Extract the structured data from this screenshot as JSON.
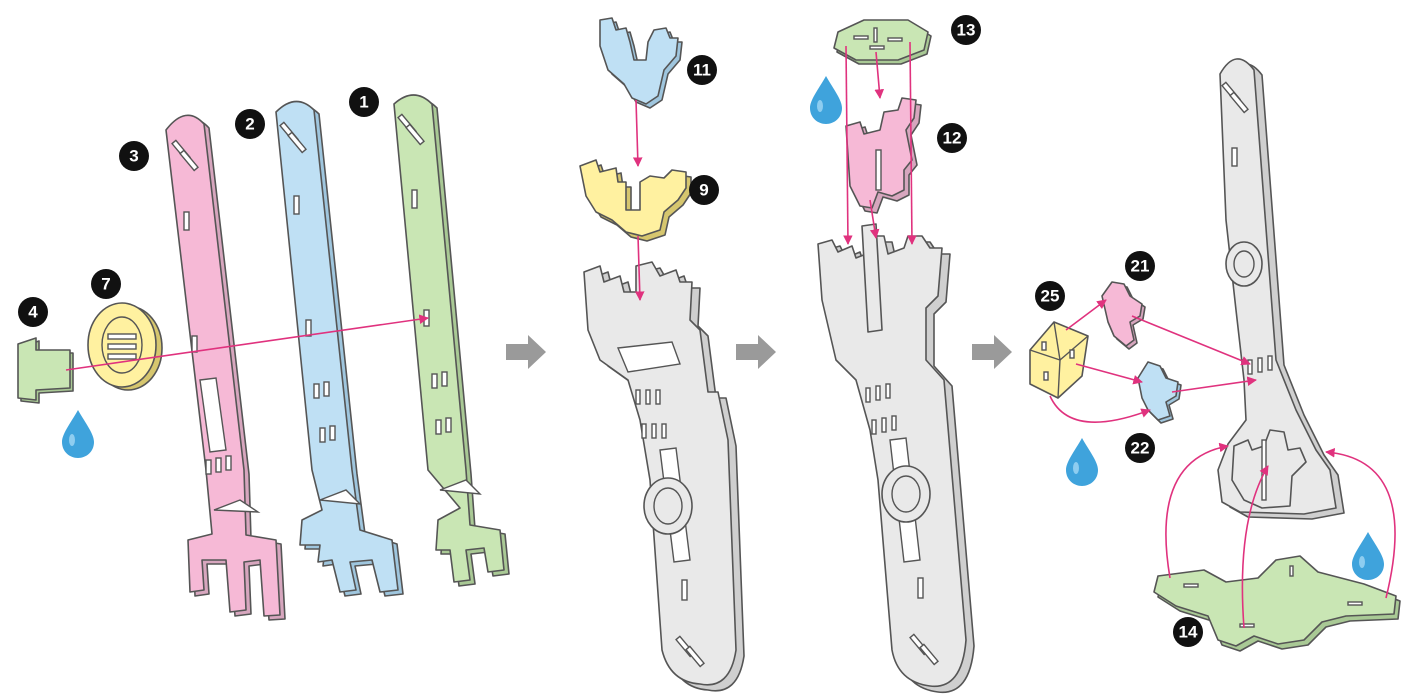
{
  "colors": {
    "green": "#c9e6b4",
    "pink": "#f6b9d6",
    "blue": "#bfe0f4",
    "yellow": "#fff1a0",
    "gray": "#e9e9e9",
    "outline": "#555555",
    "connector": "#e0327e",
    "badge": "#111111",
    "arrow": "#9a9a9a",
    "glue": "#3fa3dc"
  },
  "steps": [
    {
      "parts": [
        "1",
        "2",
        "3",
        "4",
        "7"
      ]
    },
    {
      "parts": [
        "11",
        "9"
      ]
    },
    {
      "parts": [
        "13",
        "12"
      ]
    },
    {
      "parts": [
        "21",
        "22",
        "25",
        "14"
      ]
    }
  ],
  "badges": {
    "p1": "1",
    "p2": "2",
    "p3": "3",
    "p4": "4",
    "p7": "7",
    "p11": "11",
    "p9": "9",
    "p13": "13",
    "p12": "12",
    "p21": "21",
    "p25": "25",
    "p22": "22",
    "p14": "14"
  },
  "icons": {
    "step_arrow": "arrow-right-icon",
    "glue": "glue-drop-icon"
  }
}
